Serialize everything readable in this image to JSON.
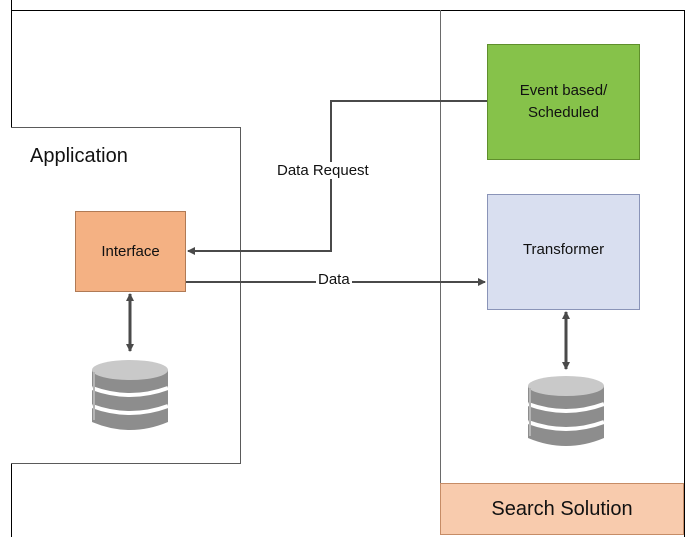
{
  "application": {
    "title": "Application"
  },
  "search_solution": {
    "title": "Search Solution"
  },
  "boxes": {
    "interface": "Interface",
    "event_line1": "Event based/",
    "event_line2": "Scheduled",
    "transformer": "Transformer"
  },
  "connections": {
    "data_request": "Data Request",
    "data": "Data"
  },
  "colors": {
    "interface_fill": "#f4b183",
    "event_fill": "#86c24a",
    "transformer_fill": "#d9dff0",
    "search_footer_fill": "#f8cbad",
    "arrow": "#4a4a4a"
  },
  "icons": [
    "database-icon",
    "database-icon"
  ]
}
